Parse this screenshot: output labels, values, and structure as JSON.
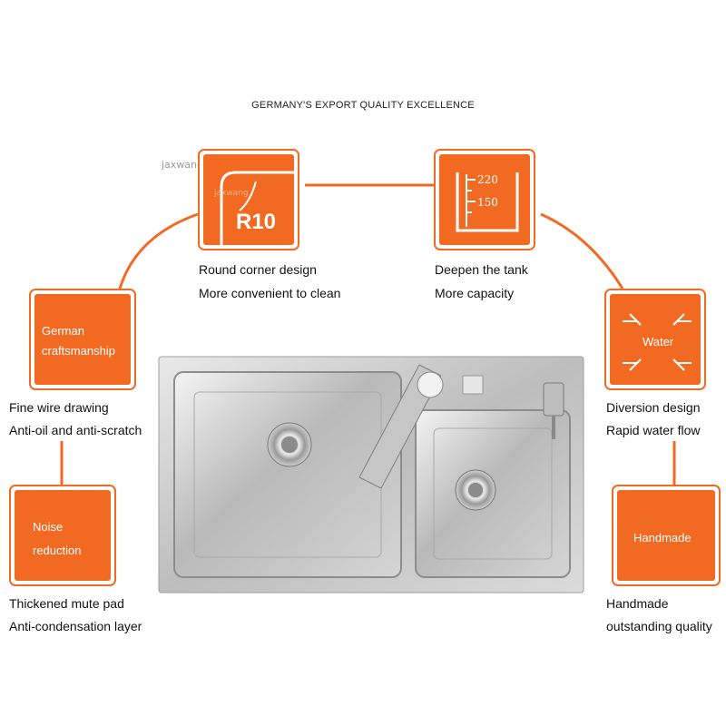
{
  "headline": "GERMANY'S EXPORT QUALITY EXCELLENCE",
  "watermark": "jaxwang",
  "colors": {
    "accent": "#f26a21",
    "steel": "#c9c9c9"
  },
  "features": {
    "round_corner": {
      "badge": "R10",
      "caption_1": "Round corner design",
      "caption_2": "More convenient to clean"
    },
    "deep_tank": {
      "tick_high": "220",
      "tick_low": "150",
      "caption_1": "Deepen the tank",
      "caption_2": "More capacity"
    },
    "german": {
      "label_1": "German",
      "label_2": "craftsmanship",
      "caption_1": "Fine wire drawing",
      "caption_2": "Anti-oil and anti-scratch"
    },
    "water": {
      "label": "Water",
      "caption_1": "Diversion design",
      "caption_2": "Rapid water flow"
    },
    "noise": {
      "label_1": "Noise",
      "label_2": "reduction",
      "caption_1": "Thickened mute pad",
      "caption_2": "Anti-condensation layer"
    },
    "handmade": {
      "label": "Handmade",
      "caption_1": "Handmade",
      "caption_2": "outstanding quality"
    }
  }
}
